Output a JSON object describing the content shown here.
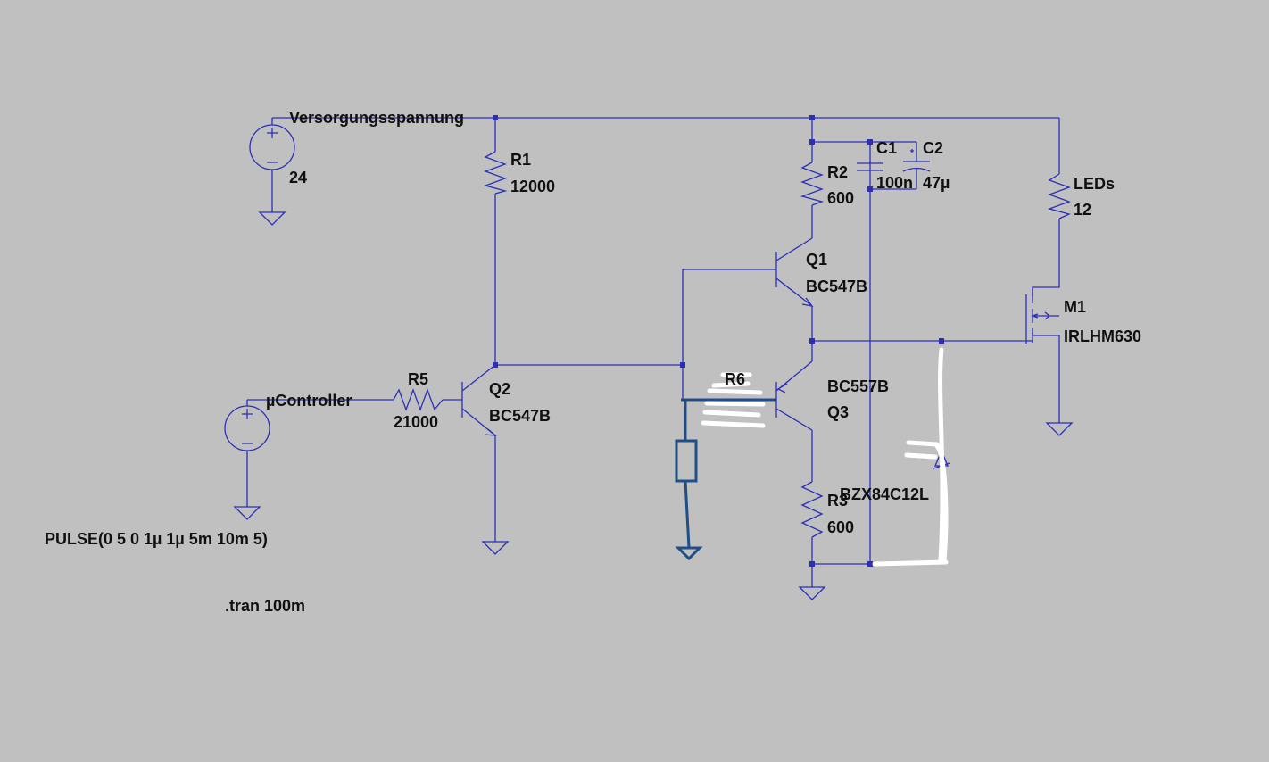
{
  "colors": {
    "background": "#c0c0c0",
    "wire": "#2a2fb6",
    "node": "#2a2fb6",
    "text": "#101010",
    "hand_drawn": "#1f4f86",
    "erase_marks": "#ffffff"
  },
  "labels": {
    "net_supply": "Versorgungsspannung",
    "net_controller": "µController",
    "v_supply_value": "24",
    "v_controller_value": "PULSE(0 5 0 1µ 1µ 5m 10m 5)",
    "r1_name": "R1",
    "r1_value": "12000",
    "r2_name": "R2",
    "r2_value": "600",
    "r3_name": "R3",
    "r3_value": "600",
    "r5_name": "R5",
    "r5_value": "21000",
    "r6_name": "R6",
    "c1_name": "C1",
    "c1_value": "100n",
    "c2_name": "C2",
    "c2_value": "47µ",
    "leds_name": "LEDs",
    "leds_value": "12",
    "q1_name": "Q1",
    "q1_model": "BC547B",
    "q2_name": "Q2",
    "q2_model": "BC547B",
    "q3_name": "Q3",
    "q3_model": "BC557B",
    "m1_name": "M1",
    "m1_model": "IRLHM630",
    "zener_model": "BZX84C12L",
    "directive": ".tran 100m"
  }
}
